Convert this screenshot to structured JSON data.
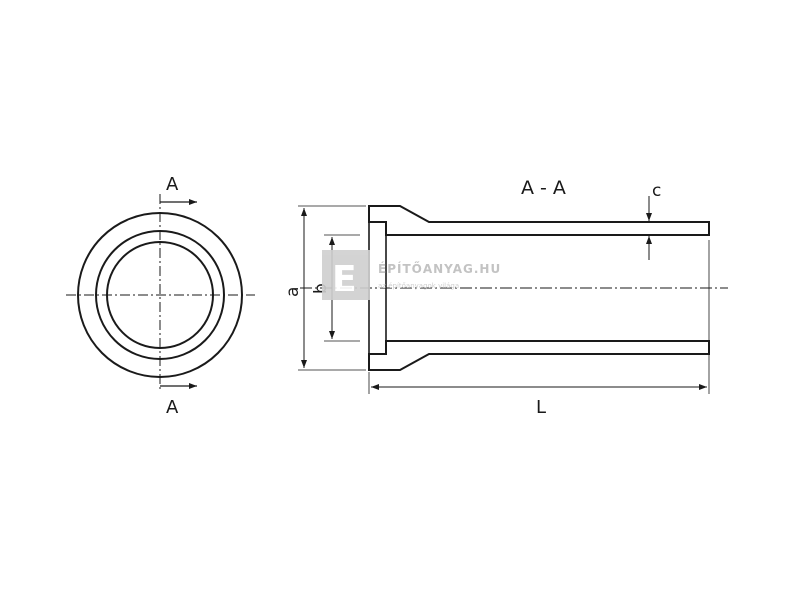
{
  "diagram": {
    "section_label_top": "A",
    "section_label_bottom": "A",
    "section_title": "A - A",
    "dimensions": {
      "outer_diameter": "a",
      "inner_diameter": "b",
      "wall_thickness": "c",
      "length": "L"
    }
  },
  "watermark": {
    "brand": "ÉPÍTŐANYAG.HU",
    "tagline": "az építőanyagok világa"
  },
  "colors": {
    "line": "#1a1a1a",
    "watermark": "#bdbdbd"
  }
}
